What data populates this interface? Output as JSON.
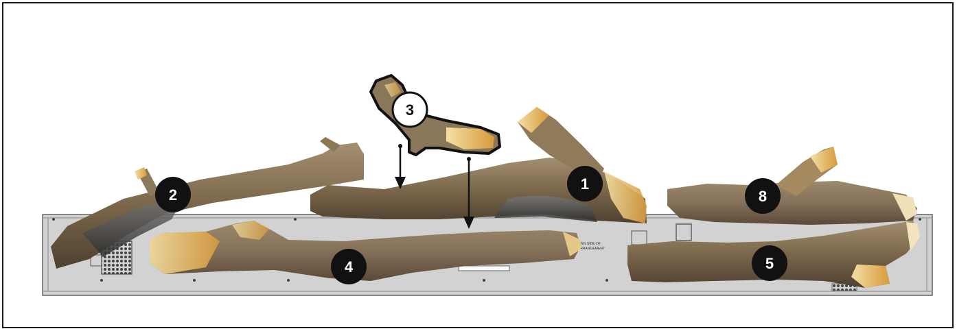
{
  "colors": {
    "frame": "#1b1b1b",
    "tray_fill": "#d2d2d2",
    "tray_stroke": "#666666",
    "bark_dark": "#5c4b35",
    "bark_mid": "#8a7658",
    "bark_light": "#a89574",
    "charred": "#3a3a3a",
    "wood_end": "#e8c46a",
    "callout_dark": "#111111",
    "callout_light": "#ffffff"
  },
  "callouts": [
    {
      "id": "1",
      "label": "1",
      "style": "dark"
    },
    {
      "id": "2",
      "label": "2",
      "style": "dark"
    },
    {
      "id": "3",
      "label": "3",
      "style": "light"
    },
    {
      "id": "4",
      "label": "4",
      "style": "dark"
    },
    {
      "id": "5",
      "label": "5",
      "style": "dark"
    },
    {
      "id": "8",
      "label": "8",
      "style": "dark"
    }
  ],
  "tray_markings": {
    "line1": "NG SIDE OF",
    "line2": "ARRANGEMENT"
  },
  "icons": [
    "down-arrow-icon",
    "down-arrow-icon"
  ]
}
